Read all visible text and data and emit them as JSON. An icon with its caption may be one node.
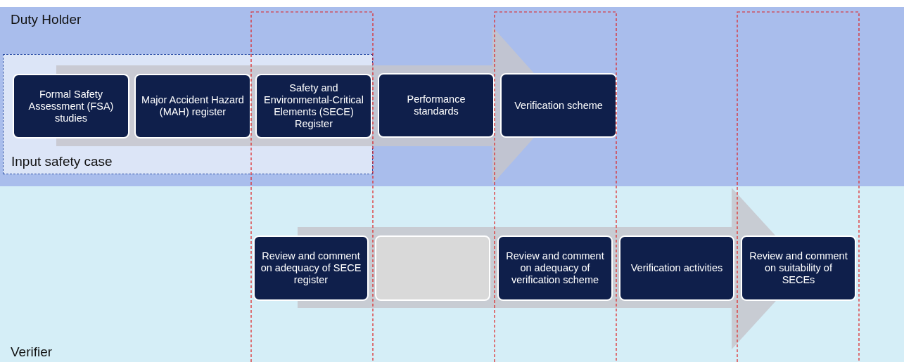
{
  "diagram": {
    "nodes": [
      {
        "text": [
          "Duty Holder"
        ]
      },
      {
        "text": [
          "Input safety case"
        ],
        "in": 0
      },
      {
        "text": [
          "Formal Safety Assessment (FSA) studies"
        ],
        "in": 1
      },
      {
        "text": [
          "Major Accident Hazard (MAH) register"
        ],
        "in": 1
      },
      {
        "text": [
          "Safety and Environmental-Critical Elements (SECE) Register"
        ],
        "in": 1
      },
      {
        "text": [
          "Performance standards"
        ],
        "in": 0
      },
      {
        "text": [
          "Verification scheme"
        ],
        "in": 0
      },
      {
        "text": [
          "Verifier"
        ]
      },
      {
        "text": [
          "Review and comment on adequacy of SECE register"
        ],
        "in": 7
      },
      {
        "text": [],
        "shape": "box",
        "in": 7
      },
      {
        "text": [
          "Review and comment on adequacy of verification scheme"
        ],
        "in": 7
      },
      {
        "text": [
          "Verification activities"
        ],
        "in": 7
      },
      {
        "text": [
          "Review and comment on suitability of SECEs"
        ],
        "in": 7
      }
    ]
  }
}
